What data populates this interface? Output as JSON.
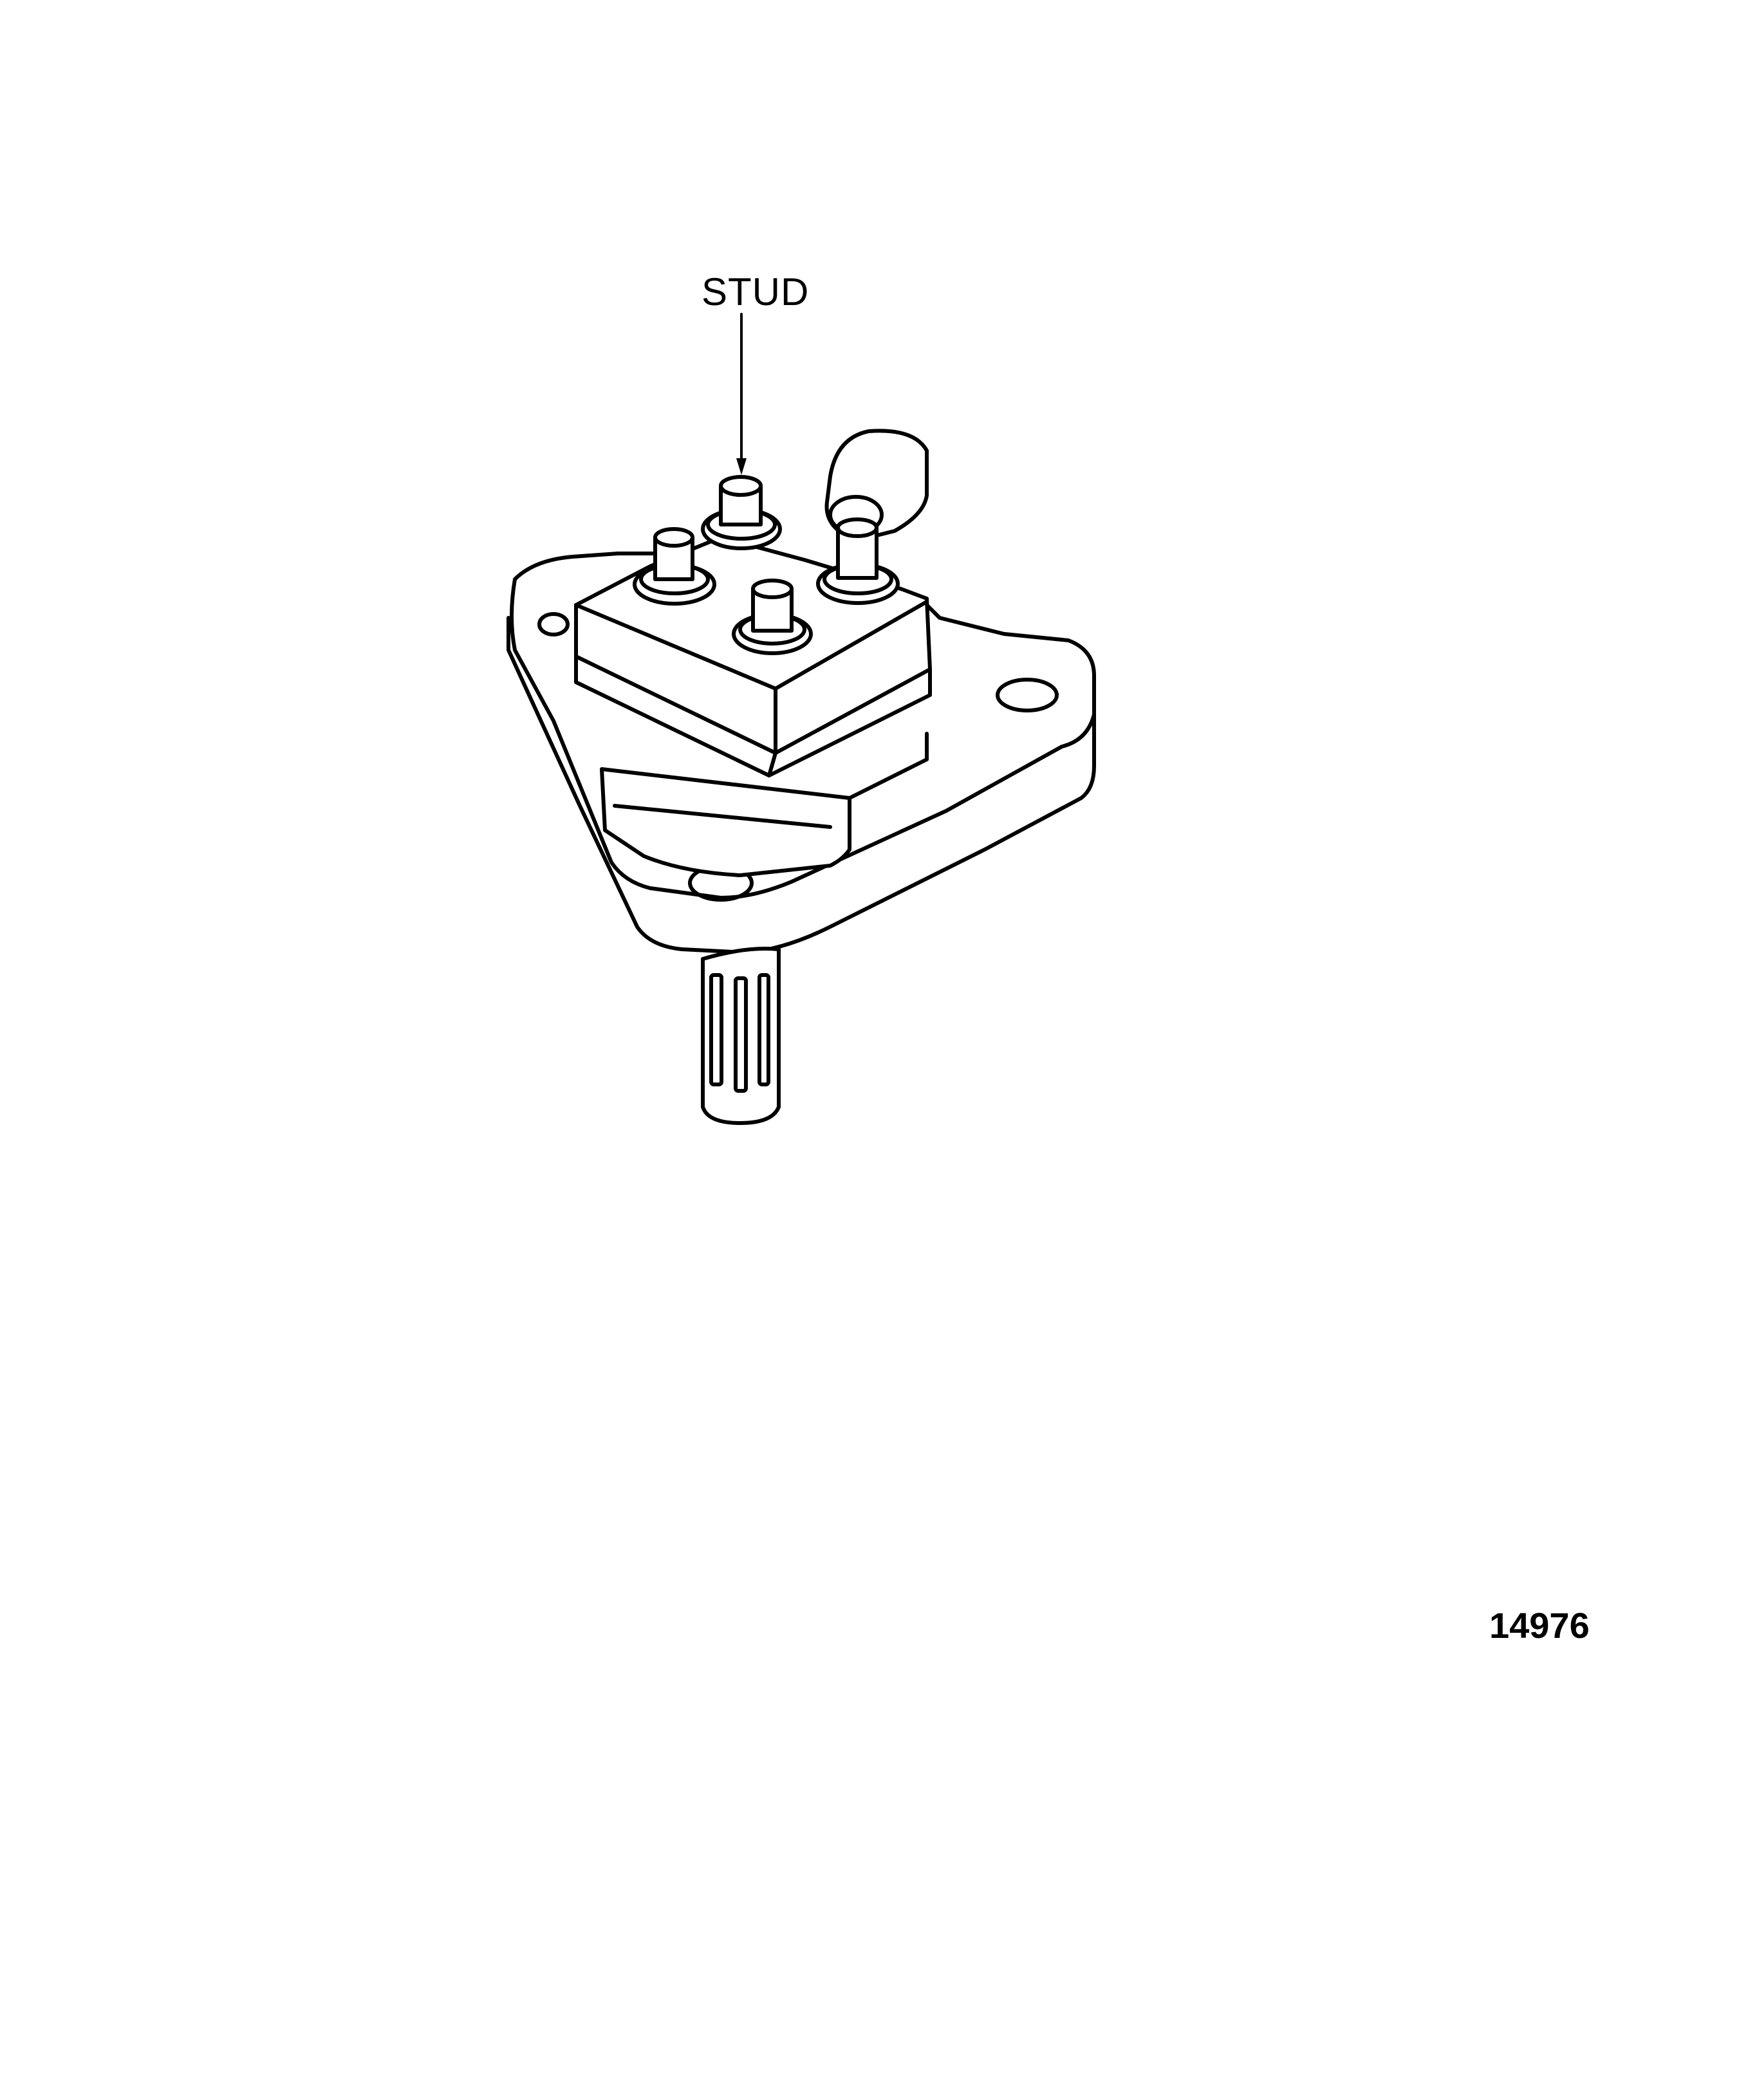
{
  "diagram": {
    "type": "technical-illustration",
    "subject": "solenoid / switch assembly with four terminal studs, triangular mounting flange and splined shaft",
    "callouts": [
      {
        "label": "STUD",
        "points_to": "center-rear terminal stud"
      }
    ],
    "figure_number": "14976",
    "colors": {
      "line": "#000000",
      "background": "#ffffff"
    }
  }
}
